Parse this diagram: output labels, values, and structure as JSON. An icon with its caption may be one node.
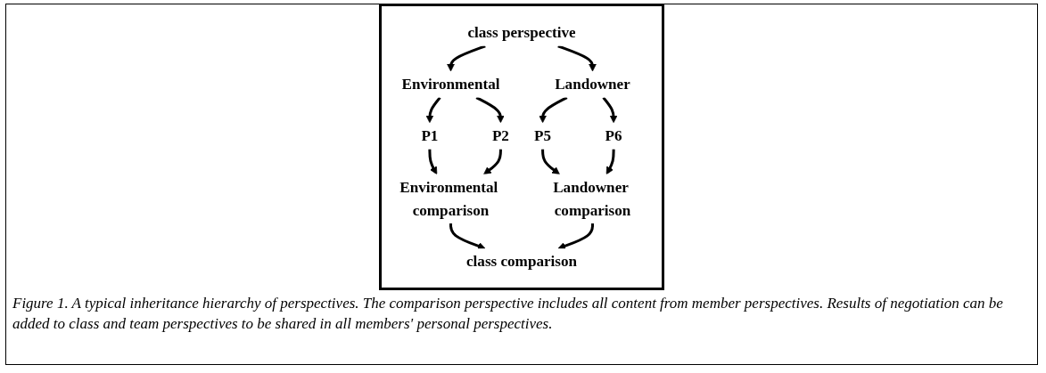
{
  "diagram": {
    "caption": "Figure 1. A typical inheritance hierarchy of perspectives. The comparison perspective includes all content from member perspectives. Results of negotiation can be added to class and team perspectives to be shared in all members' personal perspectives.",
    "nodes": [
      {
        "text": [
          "class perspective"
        ]
      },
      {
        "text": [
          "Environmental"
        ]
      },
      {
        "text": [
          "Landowner"
        ]
      },
      {
        "text": [
          "P1"
        ]
      },
      {
        "text": [
          "P2"
        ]
      },
      {
        "text": [
          "P5"
        ]
      },
      {
        "text": [
          "P6"
        ]
      },
      {
        "text": [
          "Environmental comparison"
        ]
      },
      {
        "text": [
          "Landowner comparison"
        ]
      },
      {
        "text": [
          "class comparison"
        ]
      }
    ],
    "edges": [
      {
        "from": 0,
        "to": 1,
        "arrow": "to"
      },
      {
        "from": 0,
        "to": 2,
        "arrow": "to"
      },
      {
        "from": 1,
        "to": 3,
        "arrow": "to"
      },
      {
        "from": 1,
        "to": 4,
        "arrow": "to"
      },
      {
        "from": 2,
        "to": 5,
        "arrow": "to"
      },
      {
        "from": 2,
        "to": 6,
        "arrow": "to"
      },
      {
        "from": 3,
        "to": 7,
        "arrow": "to"
      },
      {
        "from": 4,
        "to": 7,
        "arrow": "to"
      },
      {
        "from": 5,
        "to": 8,
        "arrow": "to"
      },
      {
        "from": 6,
        "to": 8,
        "arrow": "to"
      },
      {
        "from": 7,
        "to": 9,
        "arrow": "to"
      },
      {
        "from": 8,
        "to": 9,
        "arrow": "to"
      }
    ]
  }
}
